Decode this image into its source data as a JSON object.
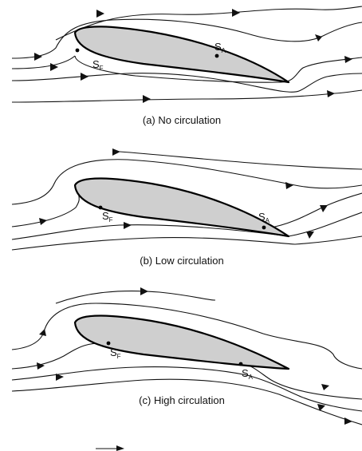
{
  "panels": [
    {
      "caption": "(a) No circulation",
      "front_label": "S",
      "front_sub": "F",
      "aft_label": "S",
      "aft_sub": "A"
    },
    {
      "caption": "(b) Low circulation",
      "front_label": "S",
      "front_sub": "F",
      "aft_label": "S",
      "aft_sub": "A"
    },
    {
      "caption": "(c) High circulation",
      "front_label": "S",
      "front_sub": "F",
      "aft_label": "S",
      "aft_sub": "A"
    }
  ],
  "colors": {
    "airfoil_fill": "#cfcfcf",
    "line": "#111111"
  }
}
